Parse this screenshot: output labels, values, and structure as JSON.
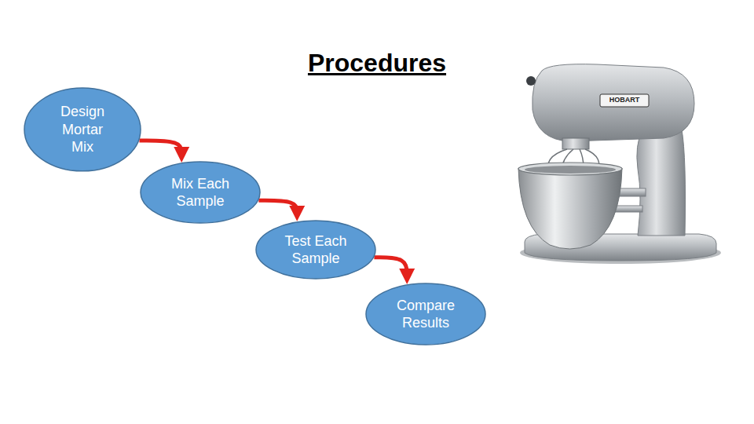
{
  "diagram": {
    "title": "Procedures",
    "nodes": [
      {
        "text": [
          "Design Mortar Mix"
        ]
      },
      {
        "text": [
          "Mix Each Sample"
        ]
      },
      {
        "text": [
          "Test Each Sample"
        ]
      },
      {
        "text": [
          "Compare Results"
        ]
      }
    ],
    "edges": [
      {
        "from": 0,
        "to": 1,
        "arrow": "to"
      },
      {
        "from": 1,
        "to": 2,
        "arrow": "to"
      },
      {
        "from": 2,
        "to": 3,
        "arrow": "to"
      }
    ],
    "labels": [
      "HOBART"
    ]
  }
}
